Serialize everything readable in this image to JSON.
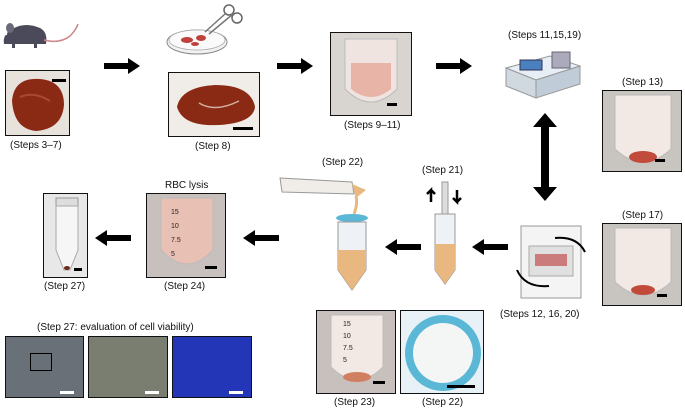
{
  "captions": {
    "steps_3_7": "(Steps 3–7)",
    "step_8": "(Step 8)",
    "steps_9_11": "(Steps 9–11)",
    "steps_11_15_19": "(Steps 11,15,19)",
    "step_13": "(Step 13)",
    "step_17": "(Step 17)",
    "steps_12_16_20": "(Steps 12, 16, 20)",
    "step_21": "(Step 21)",
    "step_22_pour": "(Step 22)",
    "step_24": "(Step 24)",
    "rbc_lysis": "RBC lysis",
    "step_27": "(Step 27)",
    "step_27_eval": "(Step 27: evaluation of cell viability)",
    "step_23": "(Step 23)",
    "step_22_filter": "(Step 22)"
  },
  "tube_marks": [
    "15",
    "10",
    "7.5",
    "5"
  ],
  "colors": {
    "tissue": "#8a2a14",
    "tube_pink": "#e8b4a8",
    "arrow": "#000000",
    "filter_blue": "#5ab8d6",
    "stain_blue": "#2436b8"
  }
}
